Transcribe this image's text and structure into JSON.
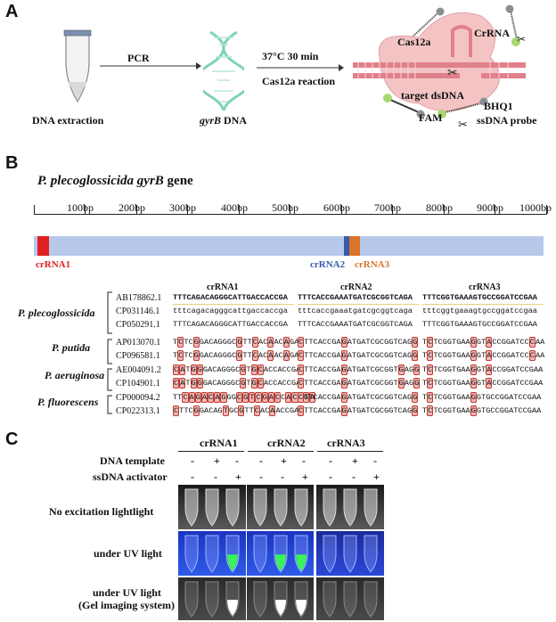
{
  "panels": {
    "a": "A",
    "b": "B",
    "c": "C"
  },
  "panel_a": {
    "tube_label": "DNA extraction",
    "pcr_label": "PCR",
    "dna_label_italic": "gyrB",
    "dna_label_rest": " DNA",
    "step_label1": "37°C  30 min",
    "step_label2": "Cas12a reaction",
    "labels": {
      "cas12a": "Cas12a",
      "crrna": "CrRNA",
      "target": "target dsDNA",
      "bhq1": "BHQ1",
      "fam": "FAM",
      "probe": "ssDNA probe"
    },
    "colors": {
      "cas12a_body": "#f4c4c4",
      "dsDNA": "#e0808a",
      "fam": "#a8d86e",
      "bhq1": "#8a8f94"
    }
  },
  "panel_b": {
    "title_italic": "P. plecoglossicida  gyrB",
    "title_rest": "  gene",
    "ticks": [
      "100bp",
      "200bp",
      "300bp",
      "400bp",
      "500bp",
      "600bp",
      "700bp",
      "800bp",
      "900bp",
      "1000bp"
    ],
    "markers": [
      {
        "name": "crRNA1",
        "color": "#e02020"
      },
      {
        "name": "crRNA2",
        "color": "#3a5aa8"
      },
      {
        "name": "crRNA3",
        "color": "#d9742a"
      }
    ],
    "gene_bar_color": "#b7c9ea",
    "column_headers": [
      "crRNA1",
      "crRNA2",
      "crRNA3"
    ],
    "groups": [
      {
        "name": "P. plecoglossicida",
        "rows": [
          {
            "acc": "AB178862.1",
            "s1": "TTTCAGACAGGGCATTGACCACCGA",
            "s2": "TTTCACCGAAATGATCGCGGTCAGA",
            "s3": "TTTCGGTGAAAGTGCCGGATCCGAA"
          },
          {
            "acc": "CP031146.1",
            "s1": "tttcagacagggcattgaccaccga",
            "s2": "tttcaccgaaatgatcgcggtcaga",
            "s3": "tttcggtgaaagtgccggatccgaa"
          },
          {
            "acc": "CP050291.1",
            "s1": "TTTCAGACAGGGCATTGACCACCGA",
            "s2": "TTTCACCGAAATGATCGCGGTCAGA",
            "s3": "TTTCGGTGAAAGTGCCGGATCCGAA"
          }
        ]
      },
      {
        "name": "P. putida",
        "rows": [
          {
            "acc": "AP013070.1",
            "s1": "TCTCGGACAGGGCGTTCACAACAGA",
            "s2": "CTTCACCGAGATGATCGCGGTCAGG",
            "s3": "TCTCGGTGAAGGTACCGGATCCCAA"
          },
          {
            "acc": "CP096581.1",
            "s1": "TCTCGGACAGGGCGTTCACAACAGA",
            "s2": "CTTCACCGAGATGATCGCGGTCAGG",
            "s3": "TCTCGGTGAAGGTACCGGATCCCAA"
          }
        ]
      },
      {
        "name": "P. aeruginosa",
        "rows": [
          {
            "acc": "AE004091.2",
            "s1": "CATGGGACAGGGCGTGCACCACCGA",
            "s2": "CTTCACCGAGATGATCGCGGTGAGG",
            "s3": "TCTCGGTGAAGGTACCGGATCCGAA"
          },
          {
            "acc": "CP104901.1",
            "s1": "CATGGGACAGGGCGTGCACCACCGA",
            "s2": "CTTCACCGAGATGATCGCGGTGAGG",
            "s3": "TCTCGGTGAAGGTACCGGATCCGAA"
          }
        ]
      },
      {
        "name": "P. fluorescens",
        "rows": [
          {
            "acc": "CP000094.2",
            "s1": "TTCAGACAGGGCGTCGACCACCGA",
            "s2": "CTTCACCGAGATGATCGCGGTCAGG",
            "s3": "TCTCGGTGAAGGTGCCGGATCCGAA"
          },
          {
            "acc": "CP022313.1",
            "s1": "CTTCGGACAGTGCGTTCACAACCGA",
            "s2": "CTTCACCGAGATGATCGCGGTCAGG",
            "s3": "TCTCGGTGAAGGTGCCGGATCCGAA"
          }
        ]
      }
    ],
    "highlight_color": "#f2b8b8"
  },
  "panel_c": {
    "column_headers": [
      "crRNA1",
      "crRNA2",
      "crRNA3"
    ],
    "row_dna_template": "DNA template",
    "row_ssdna": "ssDNA activator",
    "dna_signs": [
      "-",
      "+",
      "-",
      "-",
      "+",
      "-",
      "-",
      "+",
      "-"
    ],
    "ss_signs": [
      "-",
      "-",
      "+",
      "-",
      "-",
      "+",
      "-",
      "-",
      "+"
    ],
    "photo_rows": [
      {
        "label": "No excitation lightlight"
      },
      {
        "label": "under UV light"
      },
      {
        "label": "under UV light",
        "sub": "(Gel imaging system)"
      }
    ],
    "glow": [
      false,
      false,
      true,
      false,
      true,
      true,
      false,
      false,
      false
    ],
    "colors": {
      "uv_bg": "#1636c8",
      "glow": "#39f25c"
    }
  }
}
